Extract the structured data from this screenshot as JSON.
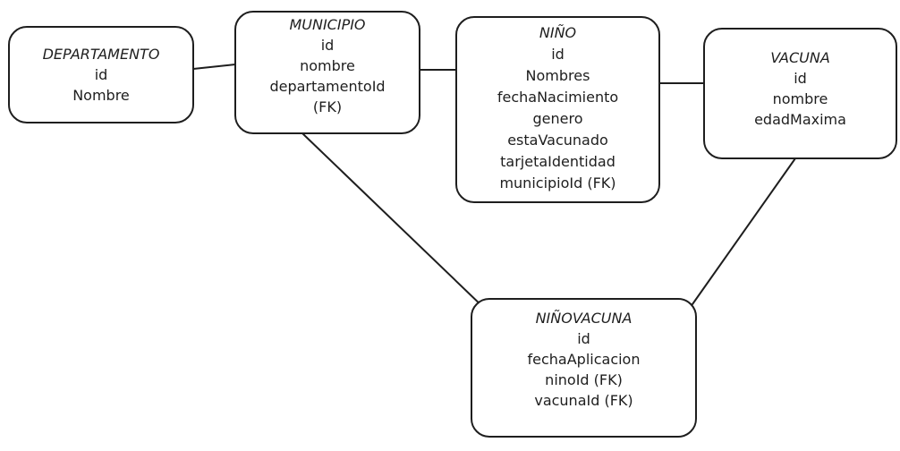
{
  "entities": [
    {
      "key": "departamento",
      "title": "DEPARTAMENTO",
      "fields": [
        "id",
        "Nombre"
      ]
    },
    {
      "key": "municipio",
      "title": "MUNICIPIO",
      "fields": [
        "id",
        "nombre",
        "departamentoId",
        "(FK)"
      ]
    },
    {
      "key": "nino",
      "title": "NIÑO",
      "fields": [
        "id",
        "Nombres",
        "fechaNacimiento",
        "genero",
        "estaVacunado",
        "tarjetaIdentidad",
        "municipioId (FK)"
      ]
    },
    {
      "key": "vacuna",
      "title": "VACUNA",
      "fields": [
        "id",
        "nombre",
        "edadMaxima"
      ]
    },
    {
      "key": "ninovacuna",
      "title": "NIÑOVACUNA",
      "fields": [
        "id",
        "fechaAplicacion",
        "ninoId (FK)",
        "vacunaId (FK)"
      ]
    }
  ],
  "relations": [
    {
      "from": "departamento",
      "to": "municipio"
    },
    {
      "from": "municipio",
      "to": "nino"
    },
    {
      "from": "nino",
      "to": "vacuna"
    },
    {
      "from": "municipio",
      "to": "ninovacuna"
    },
    {
      "from": "vacuna",
      "to": "ninovacuna"
    }
  ]
}
